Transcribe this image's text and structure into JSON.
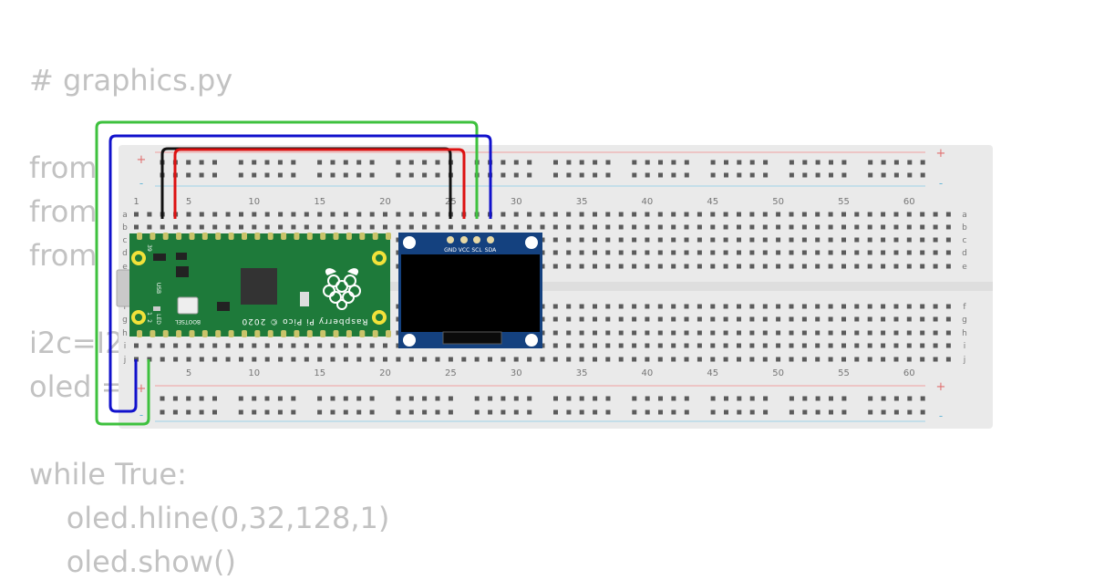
{
  "code": {
    "filename": "# graphics.py",
    "lines": [
      "from",
      "from",
      "from",
      "i2c=I2",
      "oled =",
      "while True:",
      "    oled.hline(0,32,128,1)",
      "    oled.show()"
    ]
  },
  "breadboard": {
    "col_numbers": [
      "1",
      "5",
      "10",
      "15",
      "20",
      "25",
      "30",
      "35",
      "40",
      "45",
      "50",
      "55",
      "60"
    ],
    "rows_top": [
      "a",
      "b",
      "c",
      "d",
      "e"
    ],
    "rows_bottom": [
      "f",
      "g",
      "h",
      "i",
      "j"
    ],
    "rail_plus": "+",
    "rail_minus": "-"
  },
  "pico": {
    "board_label": "Raspberry Pi Pico © 2020",
    "usb_label": "USB",
    "led_label": "LED",
    "bootsel_label": "BOOTSEL",
    "pin1_label": "1",
    "pin2_label": "2",
    "pin39_label": "39"
  },
  "oled": {
    "pin_labels": [
      "GND",
      "VCC",
      "SCL",
      "SDA"
    ]
  },
  "colors": {
    "breadboard": "#eaeaea",
    "hole": "#5b5b5b",
    "pico": "#1e7a3a",
    "oled_pcb": "#14417f",
    "wire_green": "#3ec13e",
    "wire_blue": "#1111cc",
    "wire_black": "#111111",
    "wire_red": "#dd1111",
    "rail_red": "#f0a0a0",
    "rail_blue": "#9fd3e8"
  }
}
